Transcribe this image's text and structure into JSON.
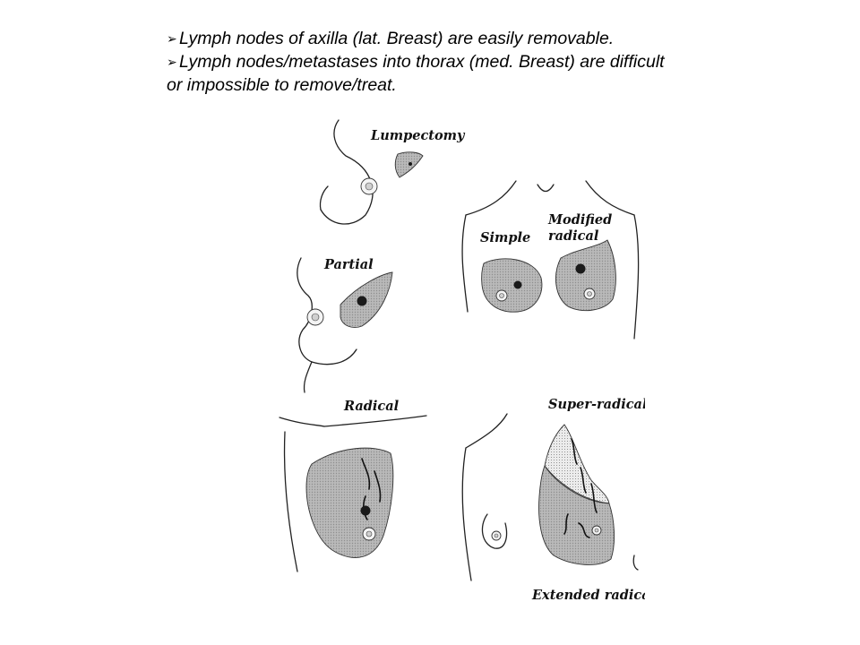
{
  "bullets": [
    {
      "symbol": "➢",
      "text": "Lymph nodes of axilla (lat. Breast) are easily removable."
    },
    {
      "symbol": "➢",
      "text": "Lymph nodes/metastases into thorax (med. Breast) are difficult"
    },
    {
      "symbol": "",
      "text": "or impossible to remove/treat."
    }
  ],
  "figure": {
    "labels": {
      "lumpectomy": "Lumpectomy",
      "simple": "Simple",
      "modified_1": "Modified",
      "modified_2": "radical",
      "partial": "Partial",
      "radical": "Radical",
      "super_radical": "Super-radical",
      "extended_radical": "Extended radical"
    }
  }
}
